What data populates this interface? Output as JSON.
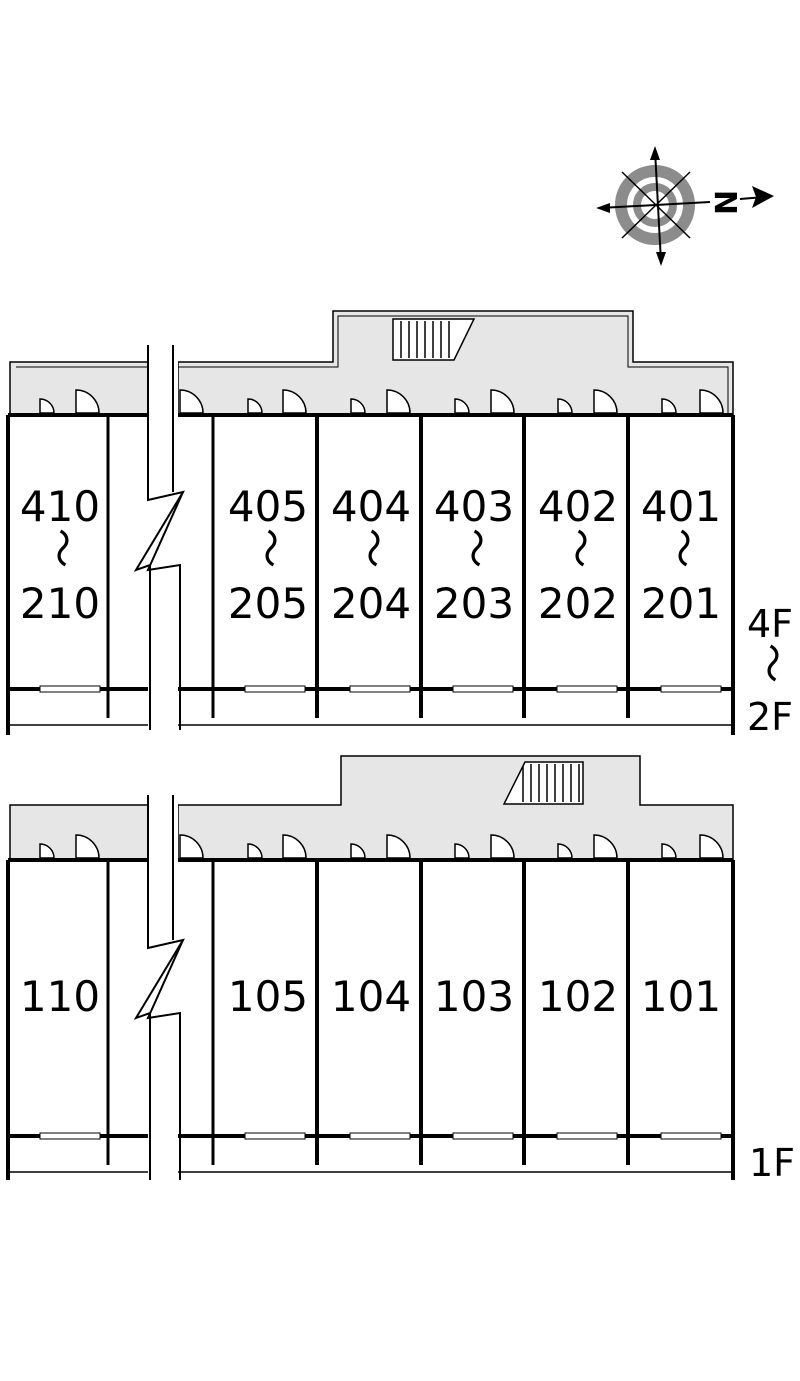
{
  "compass": {
    "north_letter": "N",
    "icon": "compass-rose-icon"
  },
  "upper_block": {
    "floor_label_top": "4F",
    "floor_label_range": "〜",
    "floor_label_bottom": "2F",
    "units": [
      {
        "top": "410",
        "range": "〜",
        "bottom": "210"
      },
      {
        "top": "405",
        "range": "〜",
        "bottom": "205"
      },
      {
        "top": "404",
        "range": "〜",
        "bottom": "204"
      },
      {
        "top": "403",
        "range": "〜",
        "bottom": "203"
      },
      {
        "top": "402",
        "range": "〜",
        "bottom": "202"
      },
      {
        "top": "401",
        "range": "〜",
        "bottom": "201"
      }
    ]
  },
  "lower_block": {
    "floor_label": "1F",
    "units": [
      {
        "label": "110"
      },
      {
        "label": "105"
      },
      {
        "label": "104"
      },
      {
        "label": "103"
      },
      {
        "label": "102"
      },
      {
        "label": "101"
      }
    ]
  },
  "colors": {
    "corridor": "#e6e6e6",
    "wall": "#000000",
    "compass_ring": "#8c8c8c"
  }
}
